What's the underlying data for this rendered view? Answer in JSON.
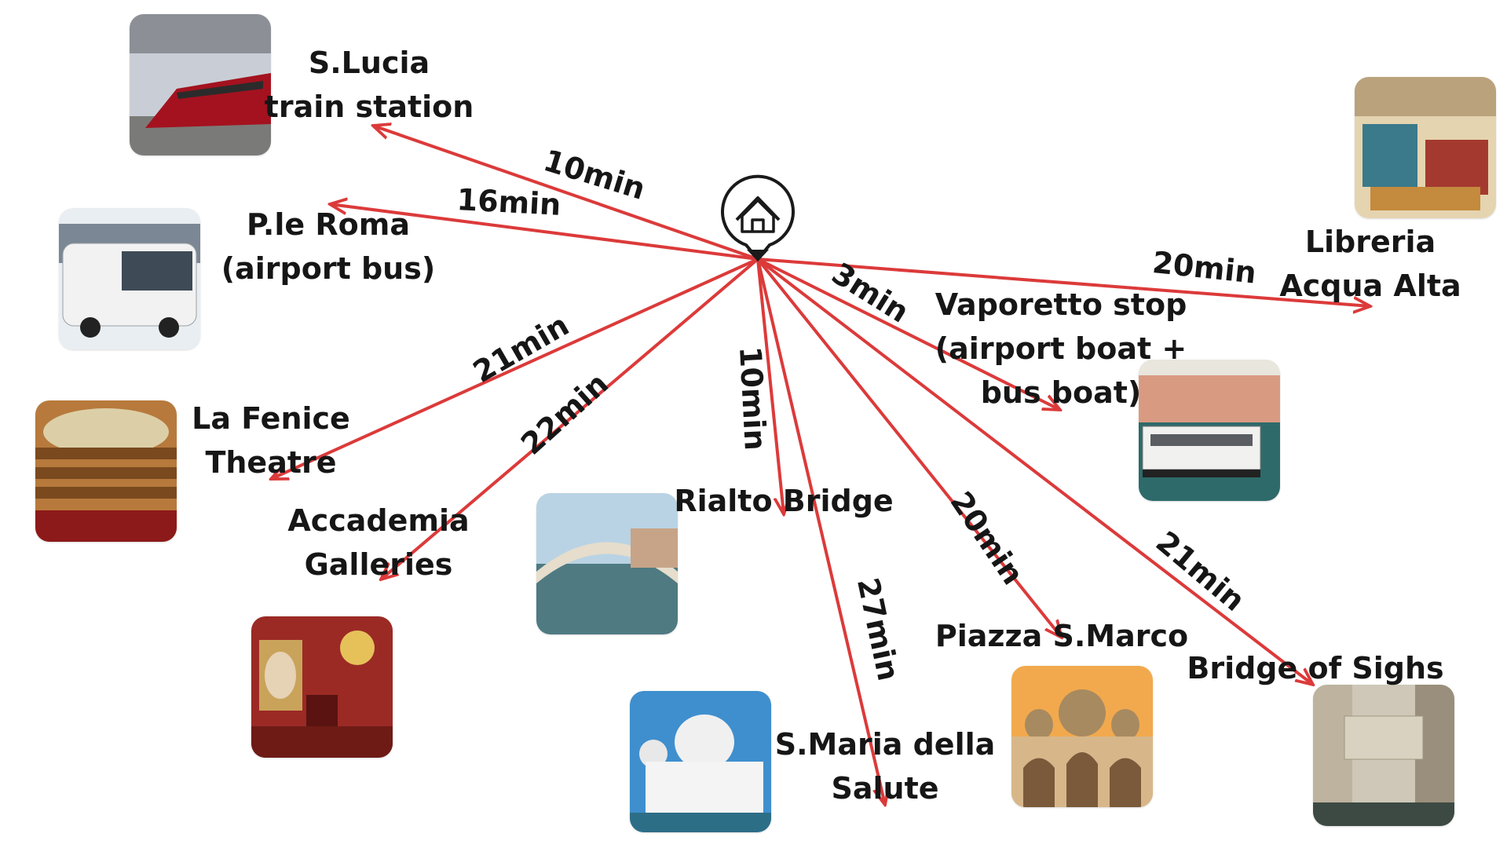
{
  "colors": {
    "arrow": "#dc3a3a",
    "text": "#161616",
    "pin": "#1a1a1a"
  },
  "center_icon": "home-location-pin-icon",
  "destinations": [
    {
      "id": "slucia",
      "lines": [
        "S.Lucia",
        "train station"
      ],
      "duration": "10min",
      "photo": "high-speed-train-photo"
    },
    {
      "id": "roma",
      "lines": [
        "P.le Roma",
        "(airport bus)"
      ],
      "duration": "16min",
      "photo": "airport-bus-photo"
    },
    {
      "id": "fenice",
      "lines": [
        "La Fenice",
        "Theatre"
      ],
      "duration": "21min",
      "photo": "theatre-interior-photo"
    },
    {
      "id": "accademia",
      "lines": [
        "Accademia",
        "Galleries"
      ],
      "duration": "22min",
      "photo": "gallery-room-photo"
    },
    {
      "id": "rialto",
      "lines": [
        "Rialto Bridge"
      ],
      "duration": "10min",
      "photo": "rialto-bridge-photo"
    },
    {
      "id": "salute",
      "lines": [
        "S.Maria della",
        "Salute"
      ],
      "duration": "27min",
      "photo": "basilica-dome-photo"
    },
    {
      "id": "marco",
      "lines": [
        "Piazza S.Marco"
      ],
      "duration": "20min",
      "photo": "san-marco-basilica-photo"
    },
    {
      "id": "sighs",
      "lines": [
        "Bridge of Sighs"
      ],
      "duration": "21min",
      "photo": "bridge-of-sighs-photo"
    },
    {
      "id": "vaporetto",
      "lines": [
        "Vaporetto stop",
        "(airport boat +",
        "bus boat)"
      ],
      "duration": "3min",
      "photo": "vaporetto-boat-photo"
    },
    {
      "id": "libreria",
      "lines": [
        "Libreria",
        "Acqua Alta"
      ],
      "duration": "20min",
      "photo": "bookshop-photo"
    }
  ]
}
